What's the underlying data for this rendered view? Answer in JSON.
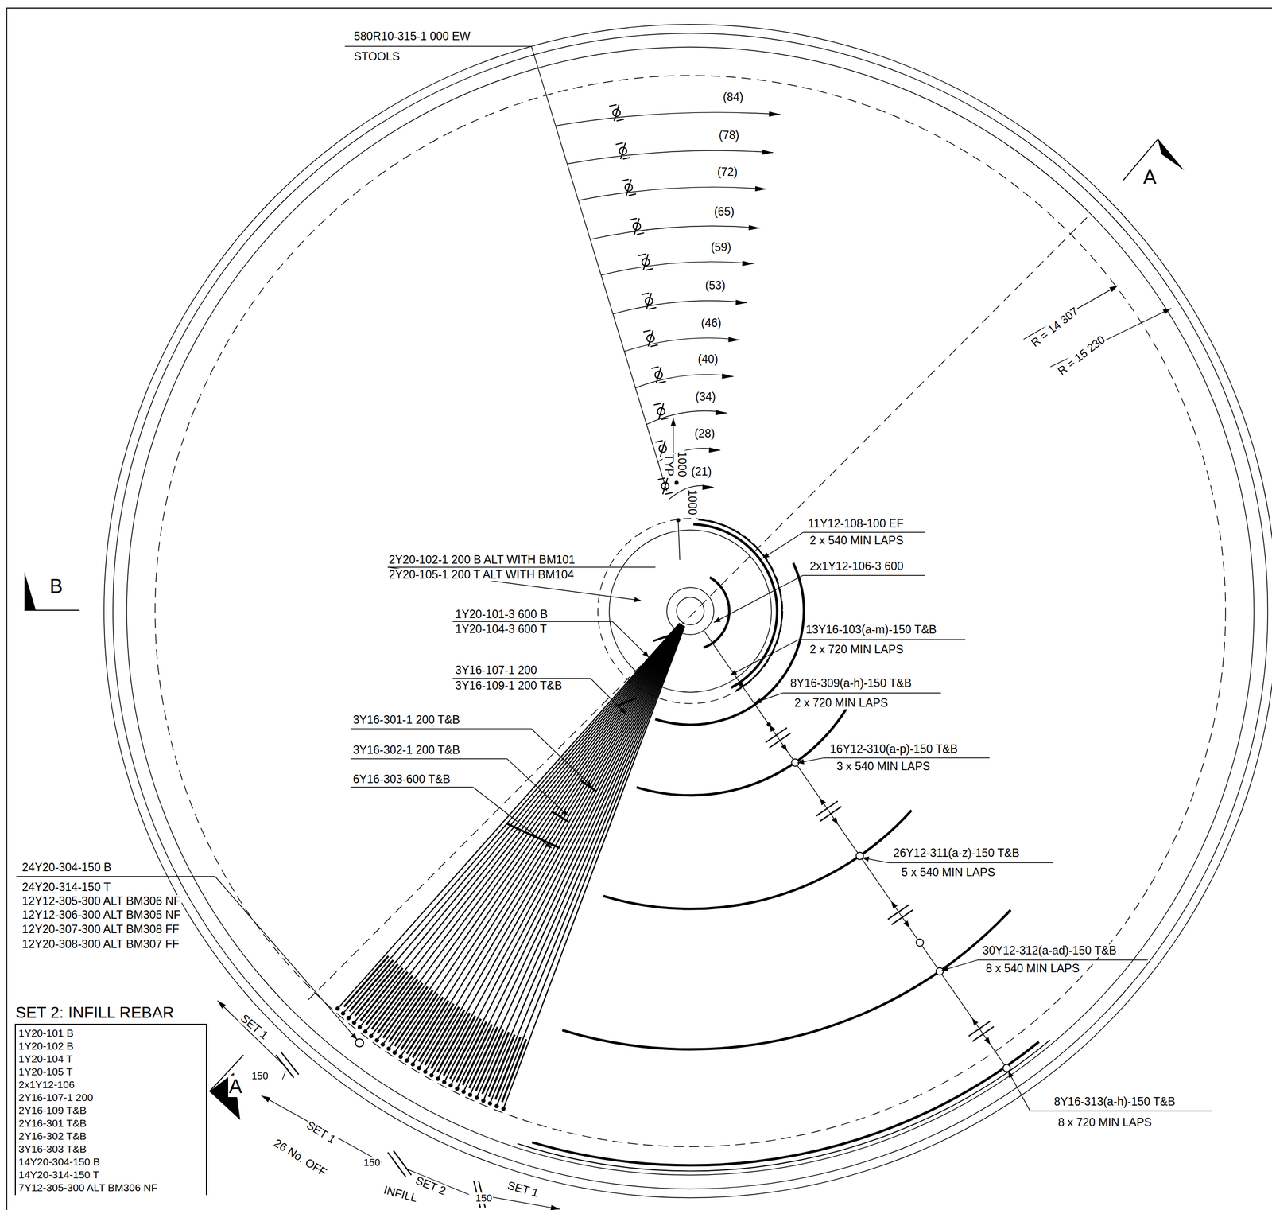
{
  "diagram": {
    "nodes": [
      {
        "text": [
          "SET 2: INFILL REBAR",
          "1Y20-101 B",
          "1Y20-102 B",
          "1Y20-104 T",
          "1Y20-105 T",
          "2x1Y12-106",
          "2Y16-107-1 200",
          "2Y16-109 T&B",
          "2Y16-301 T&B",
          "2Y16-302 T&B",
          "3Y16-303 T&B",
          "14Y20-304-150 B",
          "14Y20-314-150 T",
          "7Y12-305-300 ALT BM306 NF"
        ]
      }
    ],
    "labels": [
      "580R10-315-1 000 EW",
      "STOOLS",
      "(84)",
      "(78)",
      "(72)",
      "(65)",
      "(59)",
      "(53)",
      "(46)",
      "(40)",
      "(34)",
      "(28)",
      "(21)",
      "TYP",
      "1000",
      "1000",
      "A",
      "R = 14 307",
      "R = 15 230",
      "B",
      "11Y12-108-100 EF",
      "2 x 540 MIN LAPS",
      "2x1Y12-106-3 600",
      "2Y20-102-1 200 B ALT WITH BM101",
      "2Y20-105-1 200 T ALT WITH BM104",
      "1Y20-101-3 600 B",
      "1Y20-104-3 600 T",
      "13Y16-103(a-m)-150 T&B",
      "2 x 720 MIN LAPS",
      "3Y16-107-1 200",
      "3Y16-109-1 200 T&B",
      "8Y16-309(a-h)-150 T&B",
      "2 x 720 MIN LAPS",
      "3Y16-301-1 200 T&B",
      "3Y16-302-1 200 T&B",
      "16Y12-310(a-p)-150 T&B",
      "3 x 540 MIN LAPS",
      "6Y16-303-600 T&B",
      "26Y12-311(a-z)-150 T&B",
      "5 x 540 MIN LAPS",
      "24Y20-304-150 B",
      "24Y20-314-150 T",
      "12Y12-305-300 ALT BM306 NF",
      "12Y12-306-300 ALT BM305 NF",
      "12Y20-307-300 ALT BM308 FF",
      "12Y20-308-300 ALT BM307 FF",
      "30Y12-312(a-ad)-150 T&B",
      "8 x 540 MIN LAPS",
      "SET 1",
      "A",
      "150",
      "SET 1",
      "26 No. OFF",
      "150",
      "SET 2",
      "INFILL",
      "SET 1",
      "150",
      "8Y16-313(a-h)-150 T&B",
      "8 x 720 MIN LAPS"
    ]
  }
}
